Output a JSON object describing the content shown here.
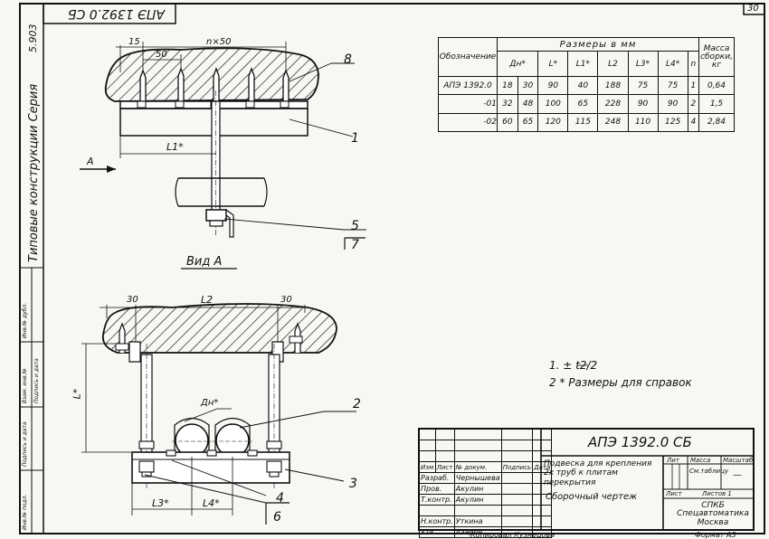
{
  "sheet": {
    "doc_code_top": "АПЭ 1392.0 СБ",
    "sheet_number": "30",
    "series_number": "5.903",
    "side_title": "Типовые конструкции    Серия",
    "side_fields": [
      "Инв.№ подл.",
      "Подпись и дата",
      "Взам. инв.№",
      "Инв.№ дубл.",
      "Подпись и дата"
    ]
  },
  "table": {
    "header_group": "Размеры в мм",
    "col_headers": [
      "Обозначение",
      "Дн*",
      "L*",
      "L1*",
      "L2",
      "L3*",
      "L4*",
      "n",
      "Масса сборки, кг"
    ],
    "rows": [
      [
        "АПЭ 1392.0",
        "18",
        "30",
        "90",
        "40",
        "188",
        "75",
        "75",
        "1",
        "0,64"
      ],
      [
        "-01",
        "32",
        "48",
        "100",
        "65",
        "228",
        "90",
        "90",
        "2",
        "1,5"
      ],
      [
        "-02",
        "60",
        "65",
        "120",
        "115",
        "248",
        "110",
        "125",
        "4",
        "2,84"
      ]
    ]
  },
  "drawing": {
    "dim_15": "15",
    "dim_50": "50",
    "dim_n50": "n×50",
    "dim_L1": "L1*",
    "arrow_A": "А",
    "view_label": "Вид А",
    "dim_30_left": "30",
    "dim_L2": "L2",
    "dim_30_right": "30",
    "dim_L": "L*",
    "dim_Dn": "Дн*",
    "dim_L3": "L3*",
    "dim_L4": "L4*",
    "pos": [
      "8",
      "1",
      "5",
      "7",
      "2",
      "3",
      "4",
      "6"
    ]
  },
  "notes": {
    "note1": "1. ± t2/2",
    "note2": "2 * Размеры для справок"
  },
  "title_block": {
    "code": "АПЭ 1392.0 СБ",
    "name": "Подвеска для крепления 2х труб к плитам перекрытия",
    "doc_type": "Сборочный чертеж",
    "head": [
      "Изм",
      "Лист",
      "№ докум.",
      "Подпись",
      "Дата"
    ],
    "people": [
      [
        "Разраб.",
        "Чернышева"
      ],
      [
        "Пров.",
        "Акулин"
      ],
      [
        "Т.контр.",
        "Акулин"
      ],
      [
        "Н.контр.",
        "Уткина"
      ],
      [
        "Утв.",
        "Азаров"
      ]
    ],
    "lit_label": "Лит",
    "mass_label": "Масса",
    "scale_label": "Масштаб",
    "mass_value": "См.таблицу",
    "scale_value": "—",
    "sheet_label": "Лист",
    "sheets_label": "Листов 1",
    "org": "СПКБ Спецавтоматика Москва"
  },
  "footer": {
    "copied": "Копировал Кузнецова",
    "format": "Формат А3"
  }
}
